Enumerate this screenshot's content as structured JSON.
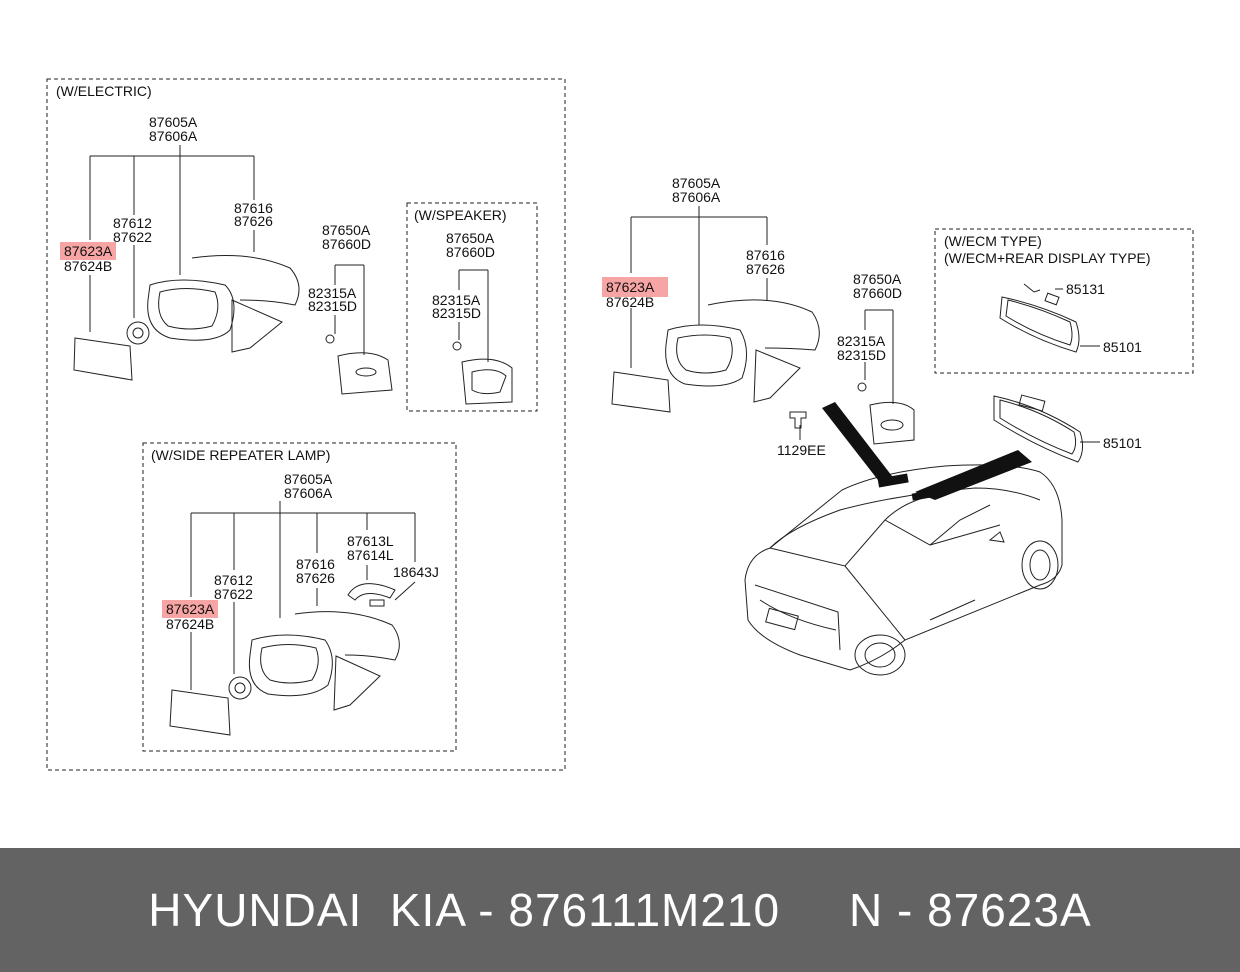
{
  "sections": {
    "electric": "(W/ELECTRIC)",
    "speaker": "(W/SPEAKER)",
    "repeater": "(W/SIDE REPEATER LAMP)",
    "ecm1": "(W/ECM TYPE)",
    "ecm2": "(W/ECM+REAR DISPLAY TYPE)"
  },
  "parts": {
    "p87605A": "87605A",
    "p87606A": "87606A",
    "p87612": "87612",
    "p87622": "87622",
    "p87616": "87616",
    "p87626": "87626",
    "p87623A": "87623A",
    "p87624B": "87624B",
    "p87650A": "87650A",
    "p87660D": "87660D",
    "p82315A": "82315A",
    "p82315D": "82315D",
    "p87613L": "87613L",
    "p87614L": "87614L",
    "p18643J": "18643J",
    "p85131": "85131",
    "p85101": "85101",
    "p1129EE": "1129EE"
  },
  "footer": {
    "text": "HYUNDAI  KIA - 876111M210     N - 87623A"
  },
  "colors": {
    "highlight": "#f05a5a",
    "footer_bg": "#636363",
    "line": "#222222"
  }
}
